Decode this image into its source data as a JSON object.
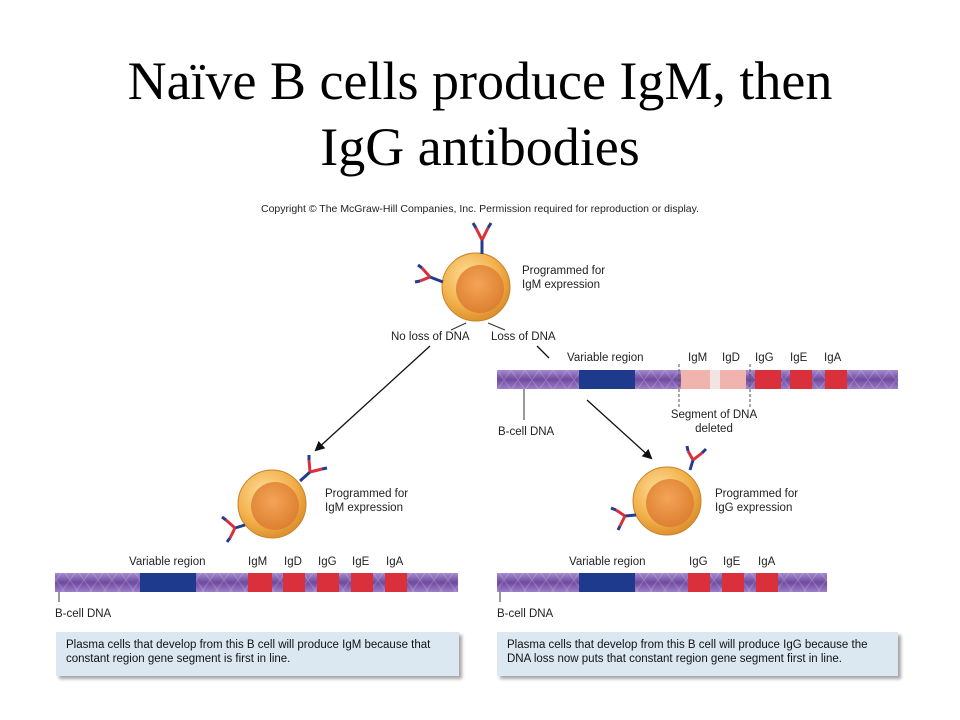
{
  "title": {
    "line1": "Naïve B cells produce IgM, then",
    "line2": "IgG antibodies"
  },
  "copyright": "Copyright © The McGraw-Hill Companies, Inc. Permission required for reproduction or display.",
  "top_cell": {
    "label_line1": "Programmed for",
    "label_line2": "IgM expression"
  },
  "branches": {
    "left": "No loss of DNA",
    "right": "Loss of DNA"
  },
  "top_dna": {
    "variable_label": "Variable region",
    "segments": [
      "IgM",
      "IgD",
      "IgG",
      "IgE",
      "IgA"
    ],
    "dna_label": "B-cell DNA",
    "deleted_line1": "Segment of DNA",
    "deleted_line2": "deleted"
  },
  "left_panel": {
    "cell_label_line1": "Programmed for",
    "cell_label_line2": "IgM expression",
    "variable_label": "Variable region",
    "segments": [
      "IgM",
      "IgD",
      "IgG",
      "IgE",
      "IgA"
    ],
    "dna_label": "B-cell DNA",
    "caption": "Plasma cells that develop from this B cell will produce IgM because that constant region gene segment is first in line."
  },
  "right_panel": {
    "cell_label_line1": "Programmed for",
    "cell_label_line2": "IgG expression",
    "variable_label": "Variable region",
    "segments": [
      "IgG",
      "IgE",
      "IgA"
    ],
    "dna_label": "B-cell DNA",
    "caption": "Plasma cells that develop from this B cell will produce IgG because the DNA loss now puts that constant region gene segment first in line."
  },
  "colors": {
    "dna": "#7b5aa8",
    "variable": "#1e3a8c",
    "constant": "#d9303b",
    "deleted": "#f0b3ad",
    "cell": "#f3b24c",
    "nucleus": "#e88d34",
    "antibody_red": "#d9303b",
    "antibody_blue": "#233c8f",
    "caption_bg": "#dbe7f1"
  }
}
